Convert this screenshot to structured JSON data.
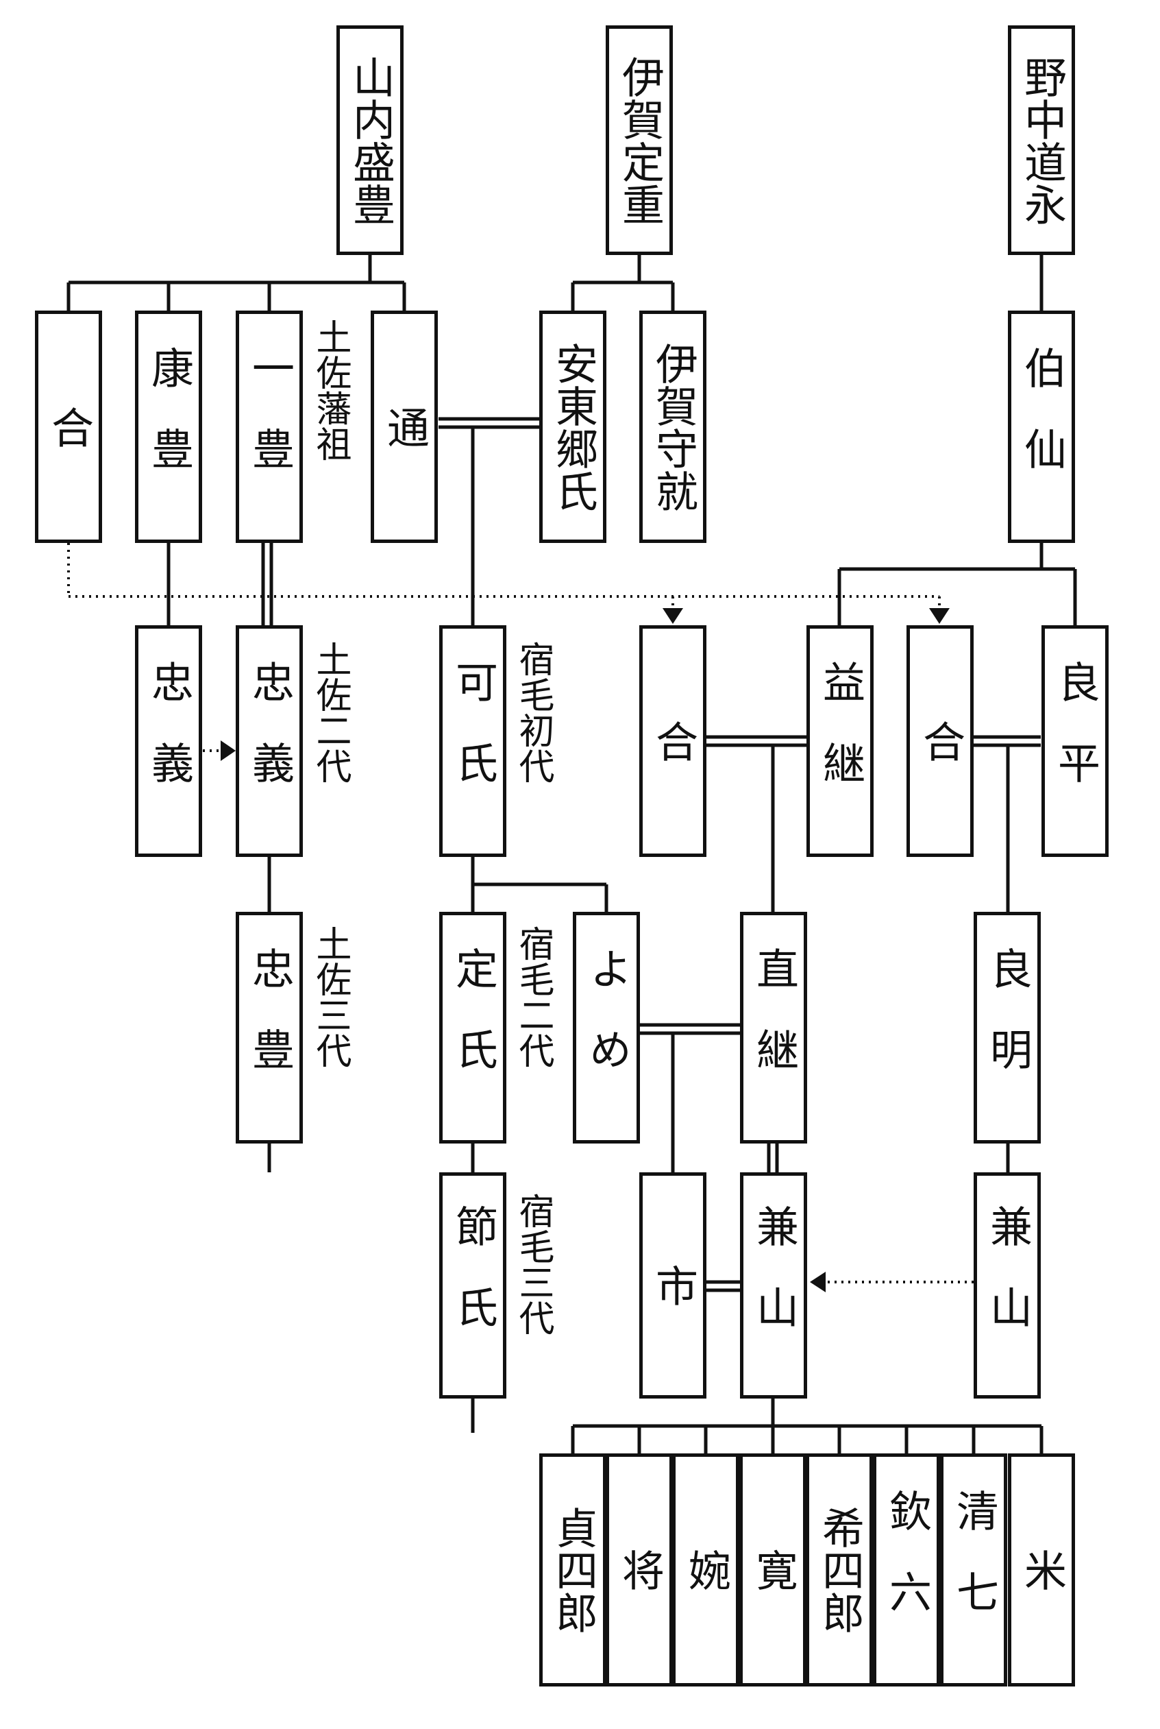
{
  "people": {
    "moritoyo": "山内盛豊",
    "sadashige": "伊賀定重",
    "doei": "野中道永",
    "go1": "合",
    "yasutoyo": "康豊",
    "katsutoyo": "一豊",
    "tsu": "通",
    "ando_gouji": "安東郷氏",
    "iga_morinari": "伊賀守就",
    "hakusen": "伯仙",
    "tadayoshi_a": "忠義",
    "tadayoshi_b": "忠義",
    "yoshiuji": "可氏",
    "go2": "合",
    "masutsugu": "益継",
    "go3": "合",
    "yoshihira": "良平",
    "tadatoyo": "忠豊",
    "sadauji": "定氏",
    "yome": "よめ",
    "naotsugu": "直継",
    "yoshiaki": "良明",
    "fushiuji": "節氏",
    "ichi": "市",
    "kenzan_a": "兼山",
    "kenzan_b": "兼山",
    "teishiro": "貞四郎",
    "sho": "将",
    "en": "婉",
    "kan": "寛",
    "kishiro": "希四郎",
    "kinroku": "欽六",
    "seishichi": "清七",
    "yone": "米"
  },
  "notes": {
    "tosa_founder": "土佐藩祖",
    "tosa_2nd": "土佐二代",
    "tosa_3rd": "土佐三代",
    "sukumo_1st": "宿毛初代",
    "sukumo_2nd": "宿毛二代",
    "sukumo_3rd": "宿毛三代"
  }
}
